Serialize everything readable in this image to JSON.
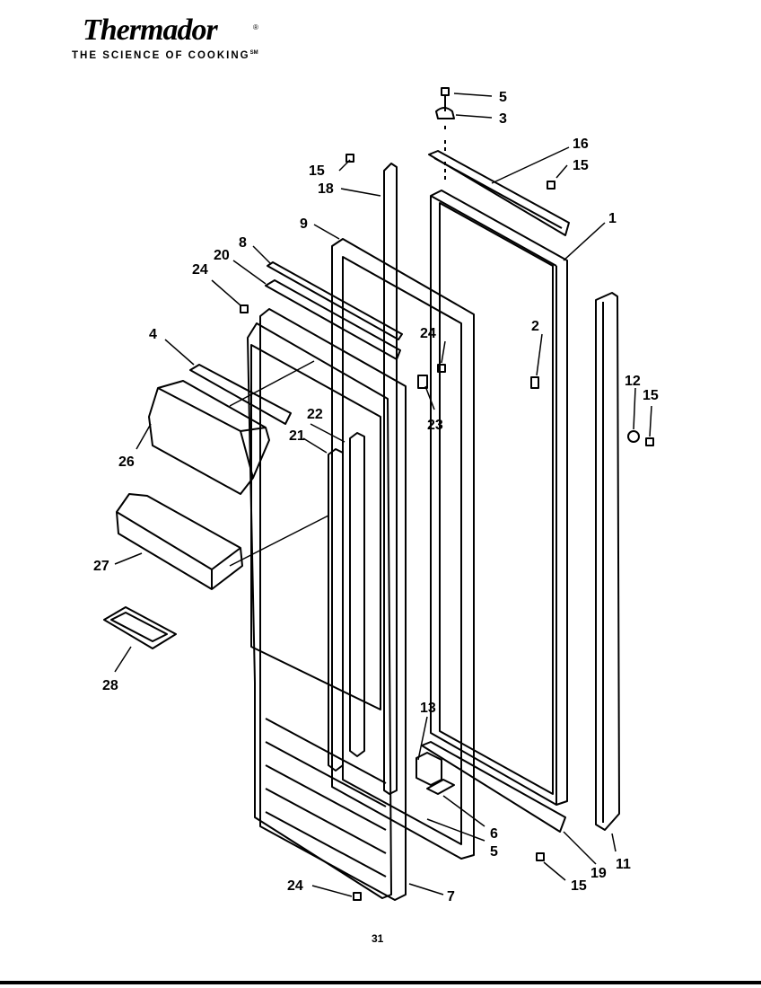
{
  "brand": {
    "name": "Thermador",
    "registered_mark": "®",
    "tagline": "THE SCIENCE OF COOKING",
    "tagline_mark": "SM"
  },
  "parts": {
    "p1": "1",
    "p2": "2",
    "p3": "3",
    "p4": "4",
    "p5a": "5",
    "p5b": "5",
    "p6": "6",
    "p7": "7",
    "p8": "8",
    "p9": "9",
    "p11": "11",
    "p12": "12",
    "p13": "13",
    "p15a": "15",
    "p15b": "15",
    "p15c": "15",
    "p15d": "15",
    "p16": "16",
    "p18": "18",
    "p19": "19",
    "p20": "20",
    "p21": "21",
    "p22": "22",
    "p23": "23",
    "p24a": "24",
    "p24b": "24",
    "p24c": "24",
    "p26": "26",
    "p27": "27",
    "p28": "28"
  },
  "page_number": "31"
}
